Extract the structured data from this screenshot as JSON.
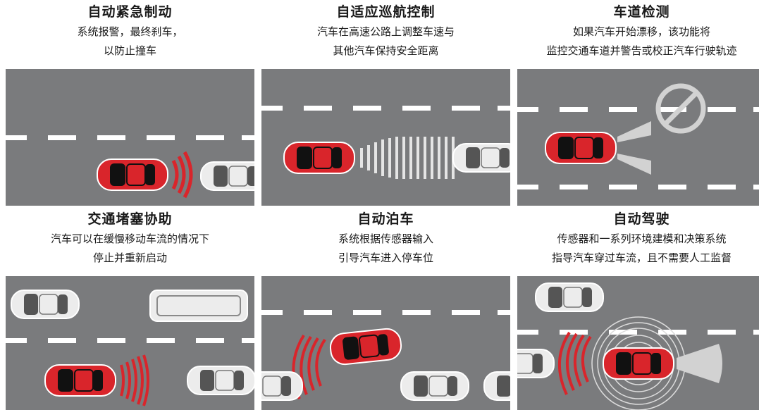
{
  "panels": [
    {
      "title": "自动紧急制动",
      "line1": "系统报警，最终刹车，",
      "line2": "以防止撞车"
    },
    {
      "title": "自适应巡航控制",
      "line1": "汽车在高速公路上调整车速与",
      "line2": "其他汽车保持安全距离"
    },
    {
      "title": "车道检测",
      "line1": "如果汽车开始漂移，该功能将",
      "line2": "监控交通车道并警告或校正汽车行驶轨迹"
    },
    {
      "title": "交通堵塞协助",
      "line1": "汽车可以在缓慢移动车流的情况下",
      "line2": "停止并重新启动"
    },
    {
      "title": "自动泊车",
      "line1": "系统根据传感器输入",
      "line2": "引导汽车进入停车位"
    },
    {
      "title": "自动驾驶",
      "line1": "传感器和一系列环境建模和决策系统",
      "line2": "指导汽车穿过车流，且不需要人工监督"
    }
  ],
  "colors": {
    "road": "#7a7b7d",
    "lane": "#ffffff",
    "car_red": "#d9252b",
    "car_white": "#e9e9e9",
    "signal_red": "#d9252b",
    "signal_gray": "#c8c8c8"
  }
}
